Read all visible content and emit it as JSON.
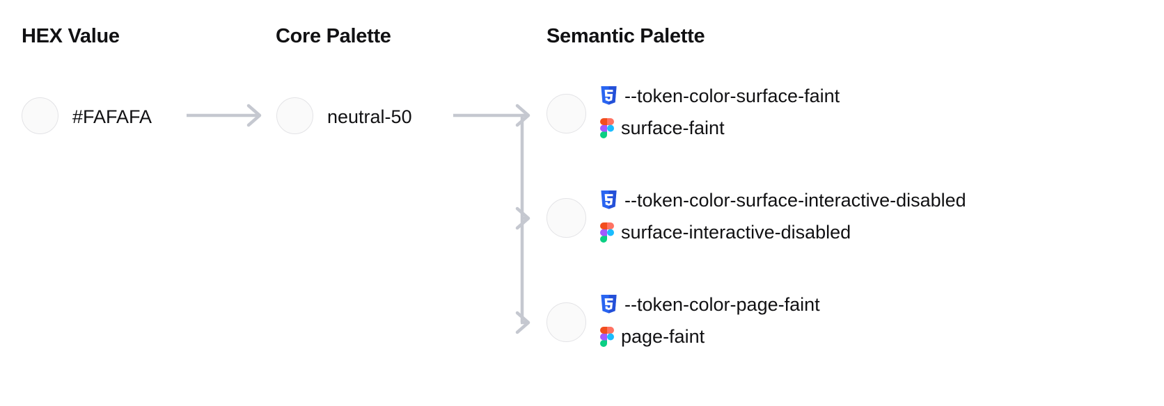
{
  "columns": {
    "hex": {
      "heading": "HEX Value"
    },
    "core": {
      "heading": "Core Palette"
    },
    "semantic": {
      "heading": "Semantic Palette"
    }
  },
  "hex": {
    "value": "#FAFAFA",
    "swatch_color": "#FAFAFA"
  },
  "core": {
    "value": "neutral-50",
    "swatch_color": "#FAFAFA"
  },
  "semantic": {
    "tokens": [
      {
        "css_variable": "--token-color-surface-faint",
        "figma_name": "surface-faint",
        "swatch_color": "#FAFAFA",
        "css_icon": "css3-icon",
        "figma_icon": "figma-icon"
      },
      {
        "css_variable": "--token-color-surface-interactive-disabled",
        "figma_name": "surface-interactive-disabled",
        "swatch_color": "#FAFAFA",
        "css_icon": "css3-icon",
        "figma_icon": "figma-icon"
      },
      {
        "css_variable": "--token-color-page-faint",
        "figma_name": "page-faint",
        "swatch_color": "#FAFAFA",
        "css_icon": "css3-icon",
        "figma_icon": "figma-icon"
      }
    ]
  },
  "theme": {
    "text_color": "#111113",
    "connector_color": "#C5C8D0",
    "swatch_border": "#E3E3E6",
    "background": "#FFFFFF",
    "css3_blue": "#2965F1",
    "css3_blue_dark": "#264DE4",
    "figma_red": "#F24E1E",
    "figma_orange": "#FF7262",
    "figma_purple": "#A259FF",
    "figma_blue": "#1ABCFE",
    "figma_green": "#0ACF83"
  },
  "connectors": {
    "arrow_hex_to_core": "arrow-right-icon",
    "branch_core_to_semantic": "branch-connector-icon"
  }
}
